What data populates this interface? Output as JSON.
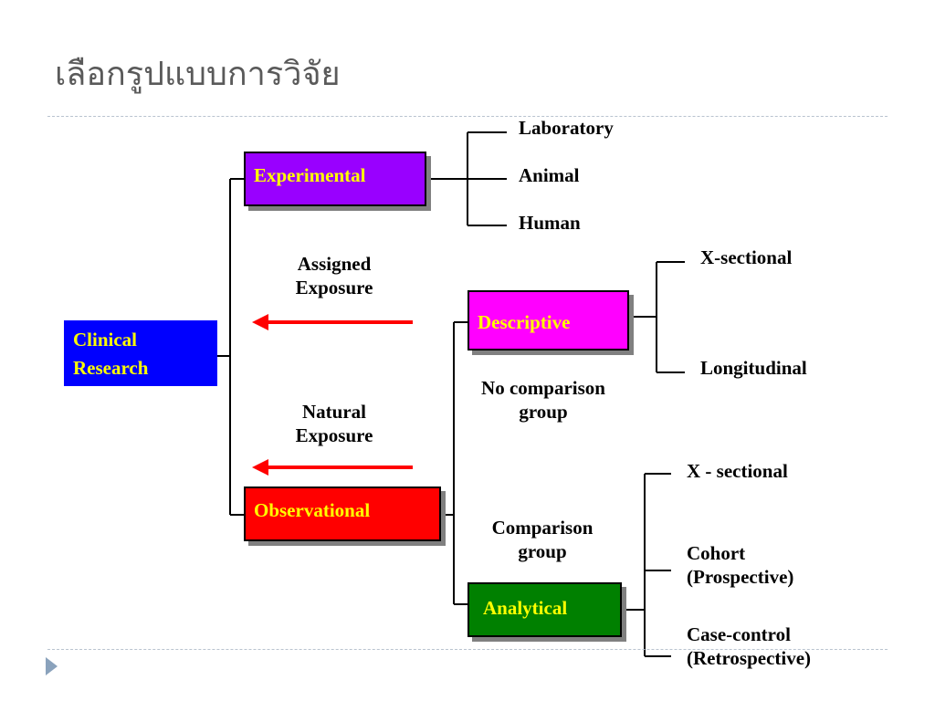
{
  "title": "เลือกรูปแบบการวิจัย",
  "colors": {
    "clinical": "#0000ff",
    "experimental": "#9900ff",
    "observational": "#ff0000",
    "descriptive": "#ff00ff",
    "analytical": "#008000",
    "box_text": "#ffff00",
    "arrow": "#ff0000",
    "accent": "#8aa2bc"
  },
  "nodes": {
    "clinical": "Clinical\nResearch",
    "experimental": "Experimental",
    "observational": "Observational",
    "descriptive": "Descriptive",
    "analytical": "Analytical"
  },
  "experimental_types": [
    "Laboratory",
    "Animal",
    "Human"
  ],
  "descriptive_types": [
    "X-sectional",
    "Longitudinal"
  ],
  "analytical_types": [
    "X - sectional",
    "Cohort\n(Prospective)",
    "Case-control\n(Retrospective)"
  ],
  "annotations": {
    "assigned": "Assigned\nExposure",
    "natural": "Natural\nExposure",
    "no_comparison": "No comparison\ngroup",
    "comparison": "Comparison\ngroup"
  },
  "icons": {
    "bullet": "triangle-bullet-icon",
    "arrow": "left-arrow-icon"
  }
}
